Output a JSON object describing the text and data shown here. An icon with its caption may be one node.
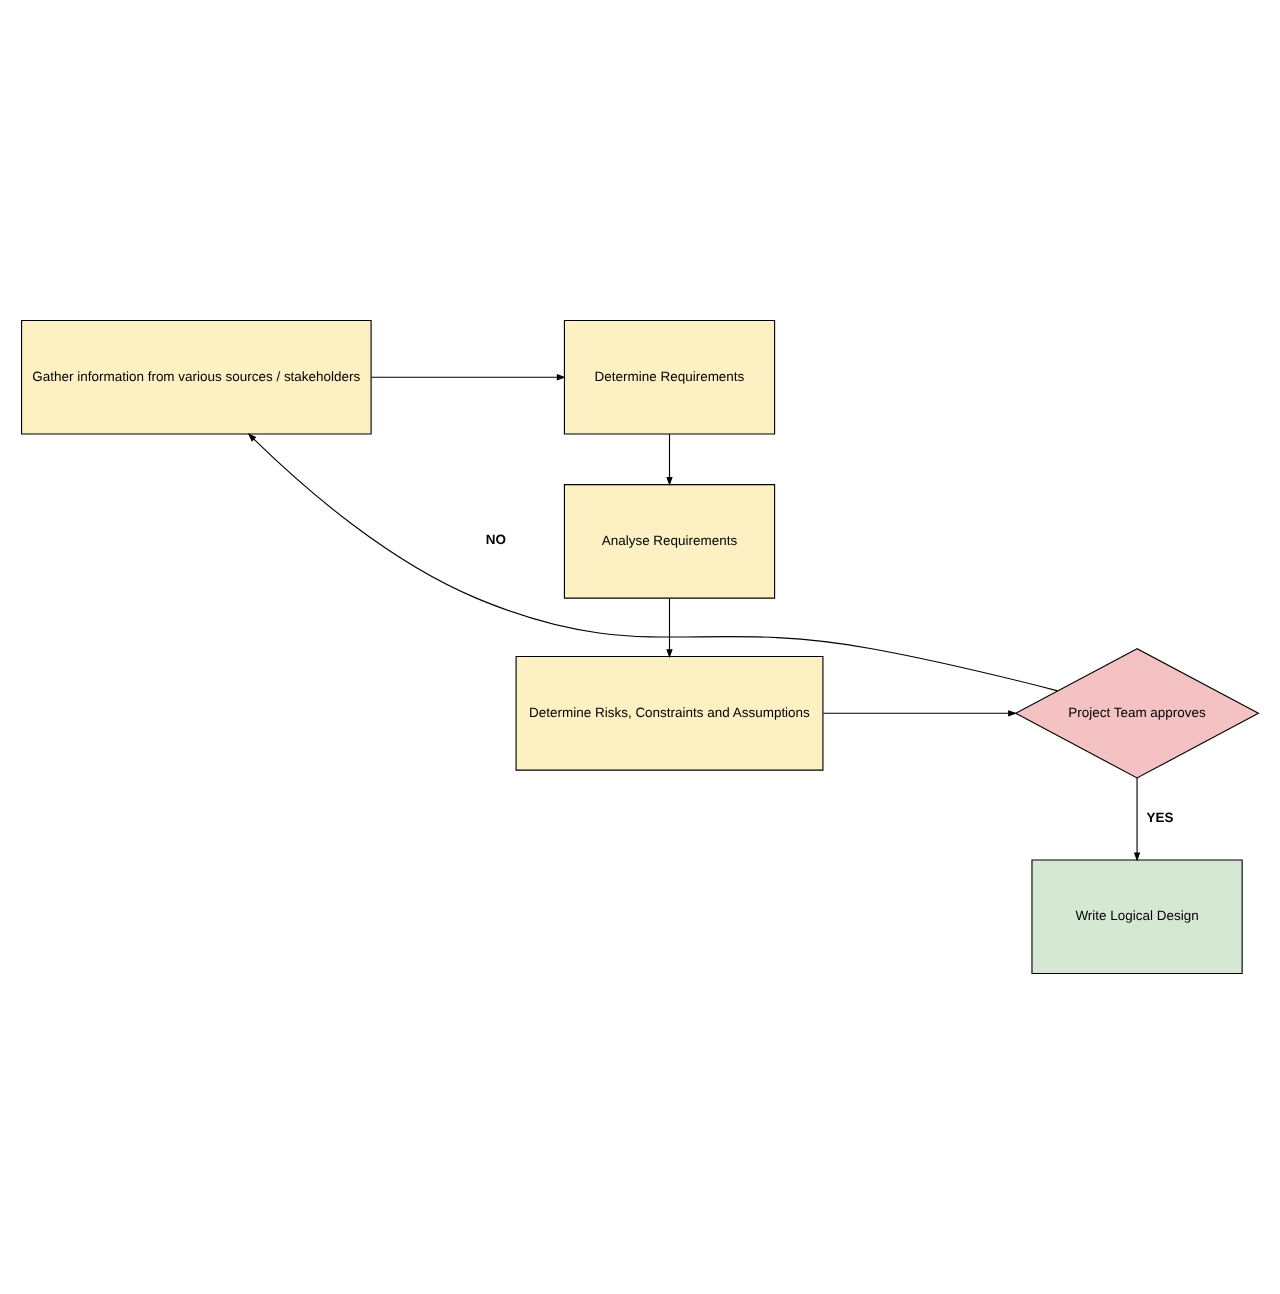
{
  "diagram": {
    "nodes": [
      {
        "text": [
          "Gather information from various sources / stakeholders"
        ]
      },
      {
        "text": [
          "Determine Requirements"
        ]
      },
      {
        "text": [
          "Analyse Requirements"
        ]
      },
      {
        "text": [
          "Determine Risks, Constraints and Assumptions"
        ]
      },
      {
        "text": [
          "Project Team approves"
        ]
      },
      {
        "text": [
          "Write Logical Design"
        ]
      }
    ],
    "edges": [
      {
        "from": 0,
        "to": 1,
        "arrow": "to"
      },
      {
        "from": 1,
        "to": 2,
        "arrow": "to"
      },
      {
        "from": 2,
        "to": 3,
        "arrow": "to"
      },
      {
        "from": 3,
        "to": 4,
        "arrow": "to"
      },
      {
        "from": 4,
        "to": 0,
        "arrow": "to",
        "label": "NO"
      },
      {
        "from": 4,
        "to": 5,
        "arrow": "to",
        "label": "YES"
      }
    ]
  }
}
